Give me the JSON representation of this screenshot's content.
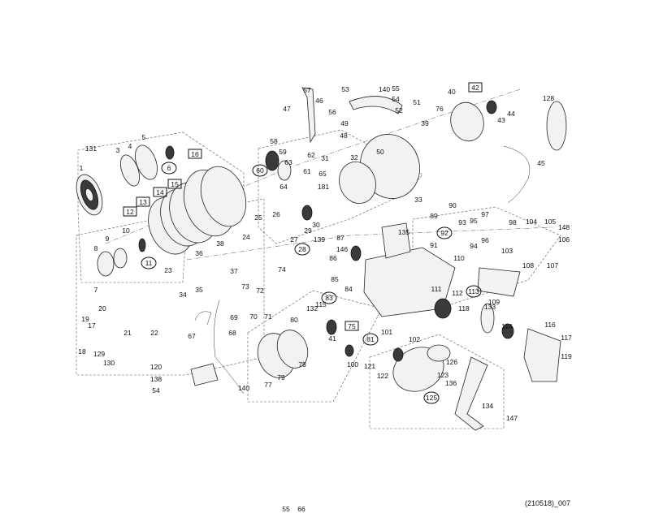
{
  "drawing": {
    "code": "(210518)_007",
    "labels": [
      "1",
      "3",
      "4",
      "5",
      "6",
      "131",
      "16",
      "15",
      "14",
      "13",
      "12",
      "8",
      "9",
      "10",
      "11",
      "7",
      "47",
      "46",
      "57",
      "53",
      "140",
      "55",
      "54",
      "52",
      "56",
      "49",
      "48",
      "58",
      "59",
      "62",
      "60",
      "63",
      "61",
      "64",
      "50",
      "51",
      "39",
      "76",
      "40",
      "42",
      "44",
      "43",
      "128",
      "45",
      "32",
      "31",
      "33",
      "65",
      "181",
      "26",
      "25",
      "29",
      "30",
      "28",
      "27",
      "139",
      "24",
      "38",
      "36",
      "37",
      "35",
      "34",
      "23",
      "19",
      "20",
      "21",
      "22",
      "18",
      "129",
      "130",
      "17",
      "74",
      "73",
      "72",
      "70",
      "71",
      "69",
      "68",
      "67",
      "87",
      "146",
      "86",
      "85",
      "83",
      "84",
      "135",
      "89",
      "90",
      "93",
      "95",
      "97",
      "98",
      "104",
      "105",
      "148",
      "106",
      "107",
      "91",
      "94",
      "96",
      "103",
      "108",
      "92",
      "110",
      "111",
      "112",
      "113",
      "109",
      "133",
      "114",
      "116",
      "117",
      "119",
      "118",
      "115",
      "132",
      "80",
      "78",
      "79",
      "77",
      "41",
      "75",
      "81",
      "100",
      "101",
      "102",
      "134",
      "121",
      "122",
      "123",
      "136",
      "125",
      "126",
      "147",
      "120",
      "138",
      "54",
      "140",
      "55",
      "66"
    ],
    "boxed_refs": [
      "16",
      "15",
      "14",
      "13",
      "12",
      "42",
      "75"
    ],
    "circled_refs": [
      "6",
      "11",
      "60",
      "28",
      "92",
      "83",
      "81",
      "113",
      "125"
    ]
  }
}
